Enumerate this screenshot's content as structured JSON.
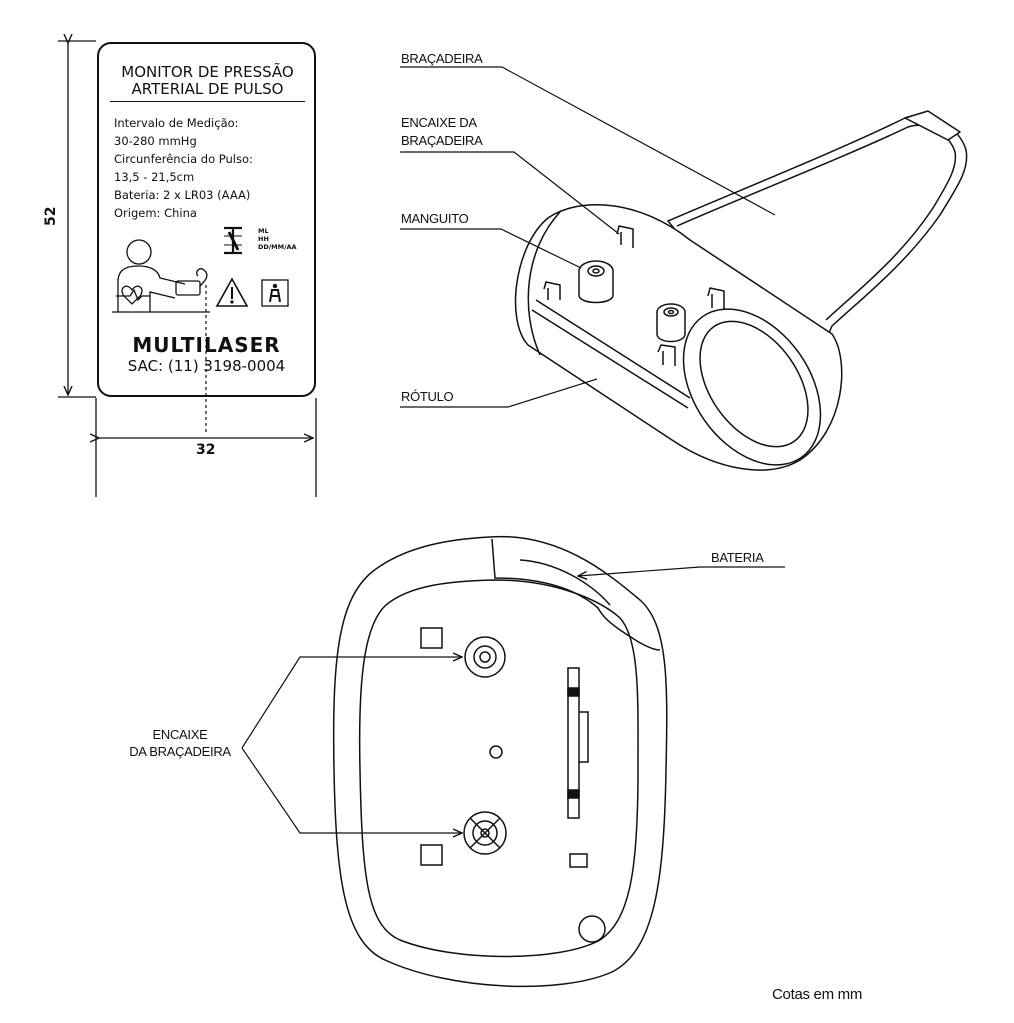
{
  "label": {
    "title_line1": "MONITOR DE PRESSÃO",
    "title_line2": "ARTERIAL DE PULSO",
    "spec_lines": [
      "Intervalo de Medição:",
      "30-280 mmHg",
      "Circunferência do Pulso:",
      "13,5 - 21,5cm",
      "Bateria: 2 x LR03 (AAA)",
      "Origem: China"
    ],
    "inmetro_lines": [
      "ML",
      "HH",
      "DD/MM/AA"
    ],
    "brand": "MULTILASER",
    "sac": "SAC: (11) 3198-0004"
  },
  "dimensions": {
    "height": "52",
    "width": "32"
  },
  "callouts": {
    "bracadeira": "BRAÇADEIRA",
    "encaixe_line1": "ENCAIXE DA",
    "encaixe_line2": "BRAÇADEIRA",
    "manguito": "MANGUITO",
    "rotulo": "RÓTULO",
    "bateria": "BATERIA",
    "encaixe2_line1": "ENCAIXE",
    "encaixe2_line2": "DA BRAÇADEIRA"
  },
  "footer_note": "Cotas em mm"
}
